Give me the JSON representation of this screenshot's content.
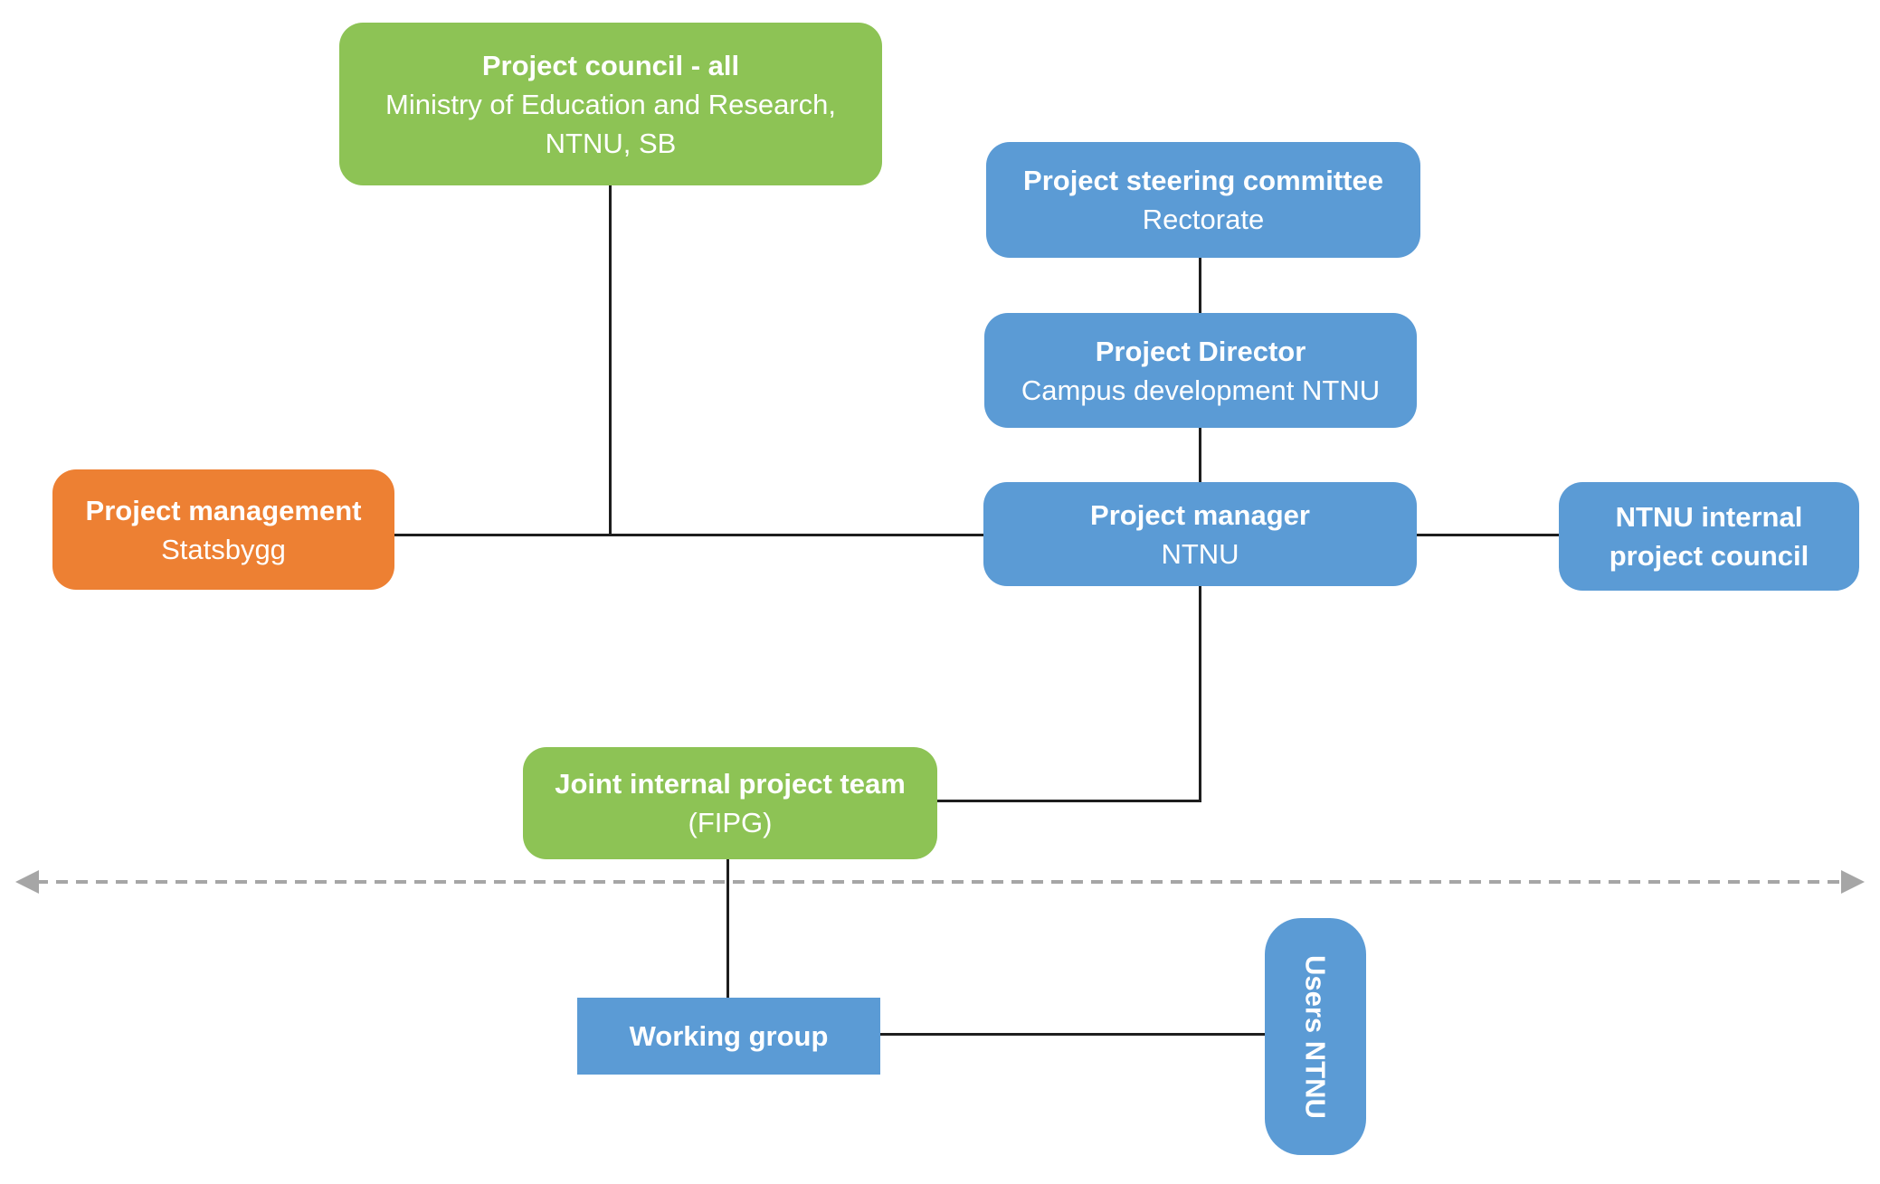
{
  "colors": {
    "green": "#8dc355",
    "blue": "#5b9bd5",
    "orange": "#ed8033",
    "connector": "#1e1e1e",
    "divider_dashed": "#a6a6a6",
    "text": "#ffffff",
    "background": "#ffffff"
  },
  "nodes": {
    "project_council": {
      "title": "Project council - all",
      "line2": "Ministry of Education and Research,",
      "line3": "NTNU, SB"
    },
    "steering_committee": {
      "title": "Project steering committee",
      "subtitle": "Rectorate"
    },
    "project_director": {
      "title": "Project Director",
      "subtitle": "Campus development NTNU"
    },
    "project_management": {
      "title": "Project management",
      "subtitle": "Statsbygg"
    },
    "project_manager": {
      "title": "Project manager",
      "subtitle": "NTNU"
    },
    "internal_council": {
      "line1": "NTNU internal",
      "line2": "project council"
    },
    "joint_team": {
      "title": "Joint internal project team",
      "subtitle": "(FIPG)"
    },
    "working_group": {
      "title": "Working group"
    },
    "users": {
      "title": "Users NTNU"
    }
  }
}
